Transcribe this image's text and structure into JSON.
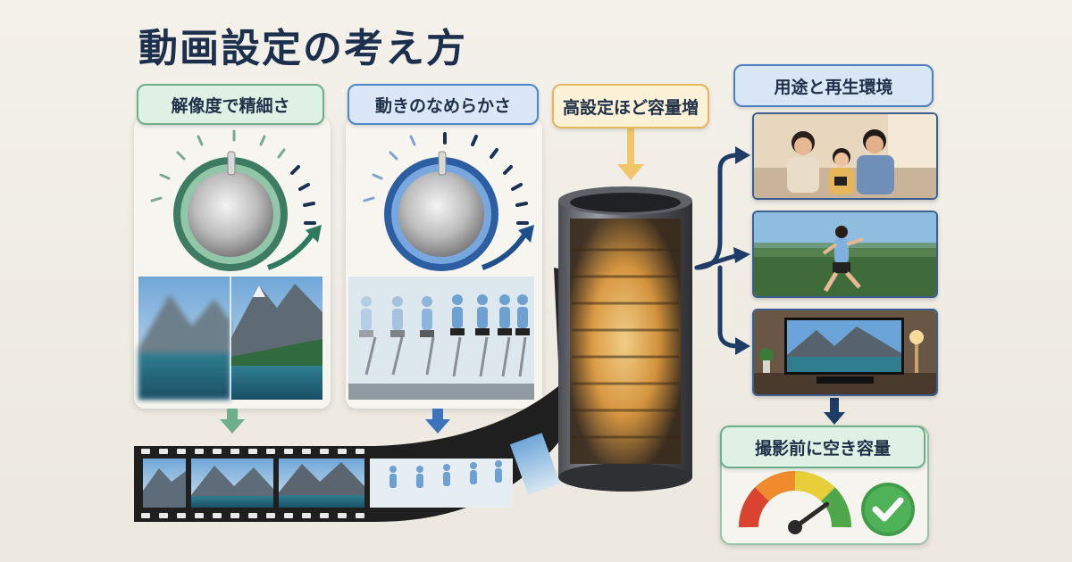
{
  "title": "動画設定の考え方",
  "labels": {
    "resolution": "解像度で精細さ",
    "smoothness": "動きのなめらかさ",
    "capacity": "高設定ほど容量増",
    "usage": "用途と再生環境",
    "check_space": "撮影前に空き容量"
  },
  "colors": {
    "title": "#1c2f4d",
    "green_accent": "#6fae8a",
    "blue_accent": "#4f86c8",
    "yellow_accent": "#e6b75a",
    "arrow_navy": "#1e3c66"
  },
  "icons": {
    "resolution_dial": "knob-dial-icon",
    "smoothness_dial": "knob-dial-icon",
    "storage": "cylinder-storage-icon",
    "gauge": "gauge-meter-icon",
    "check": "checkmark-icon"
  },
  "gauge_level": 0.8
}
